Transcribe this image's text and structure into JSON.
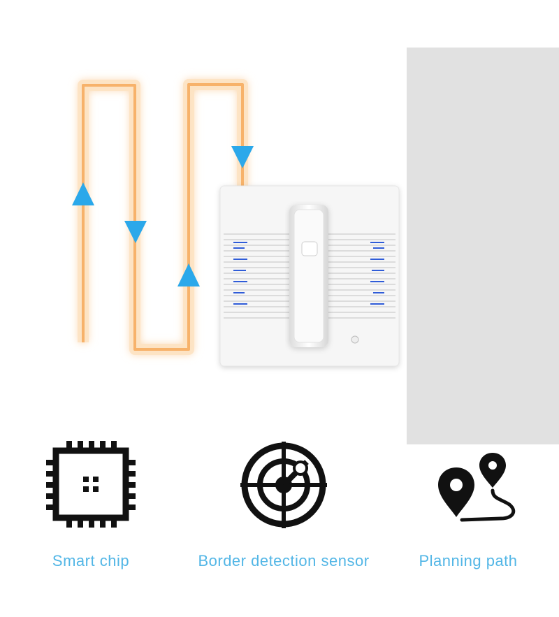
{
  "features": [
    {
      "label": "Smart chip",
      "icon": "chip-icon"
    },
    {
      "label": "Border detection sensor",
      "icon": "radar-icon"
    },
    {
      "label": "Planning path",
      "icon": "route-pins-icon"
    }
  ],
  "colors": {
    "label_blue": "#52b6e6",
    "path_orange": "#f7b26a",
    "arrow_blue": "#2ba8ea",
    "panel_gray": "#e1e1e1",
    "icon_black": "#111111",
    "led_blue": "#2f5cd8"
  }
}
